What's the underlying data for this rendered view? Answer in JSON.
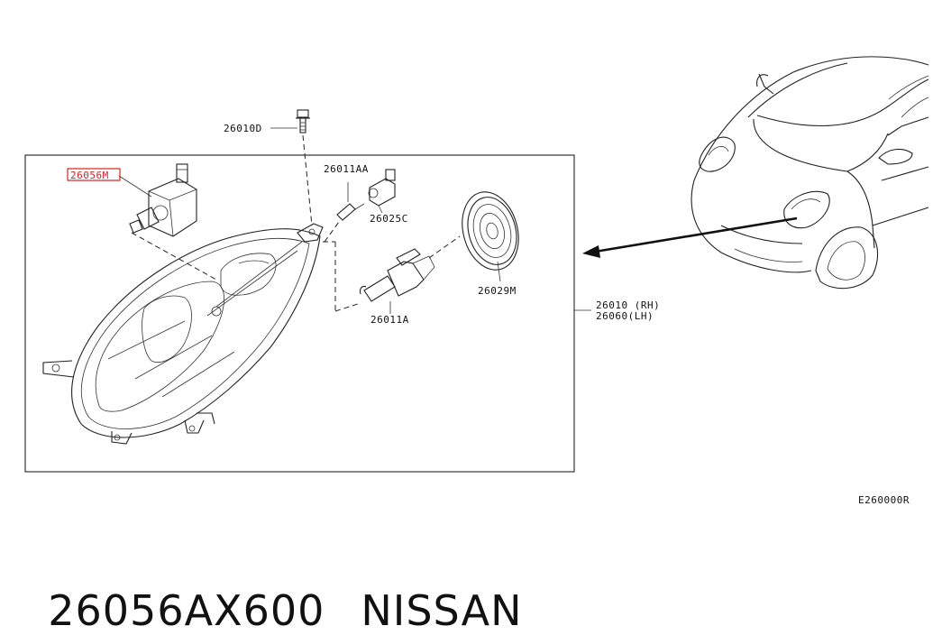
{
  "diagram": {
    "labels": {
      "part_26056m": "26056M",
      "part_26010d": "26010D",
      "part_26011aa": "26011AA",
      "part_26025c": "26025C",
      "part_26029m": "26029M",
      "part_26011a": "26011A",
      "assembly_rh": "26010 (RH)",
      "assembly_lh": "26060(LH)",
      "figure_code": "E260000R"
    },
    "highlight_color": "#e02020"
  },
  "caption": {
    "part_number": "26056AX600",
    "brand": "NISSAN"
  }
}
